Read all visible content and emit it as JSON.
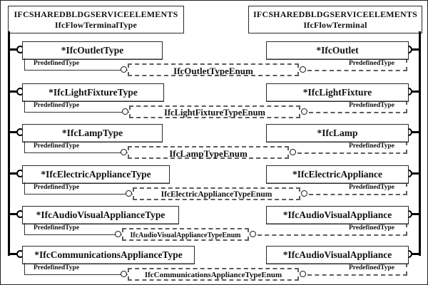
{
  "diagram": {
    "left_header": {
      "line1": "IFCSHAREDBLDGSERVICEELEMENTS",
      "line2": "IfcFlowTerminalType"
    },
    "right_header": {
      "line1": "IFCSHAREDBLDGSERVICEELEMENTS",
      "line2": "IfcFlowTerminal"
    },
    "attribute_label": "PredefinedType",
    "colors": {
      "line": "#000000",
      "dashed_line": "#5d5d5d",
      "background": "#ffffff"
    },
    "rows": [
      {
        "left": "*IfcOutletType",
        "enum": "IfcOutletTypeEnum",
        "right": "*IfcOutlet"
      },
      {
        "left": "*IfcLightFixtureType",
        "enum": "IfcLightFixtureTypeEnum",
        "right": "*IfcLightFixture"
      },
      {
        "left": "*IfcLampType",
        "enum": "IfcLampTypeEnum",
        "right": "*IfcLamp"
      },
      {
        "left": "*IfcElectricApplianceType",
        "enum": "IfcElectricApplianceTypeEnum",
        "right": "*IfcElectricAppliance"
      },
      {
        "left": "*IfcAudioVisualApplianceType",
        "enum": "IfcAudioVisualApplianceTypeEnum",
        "right": "*IfcAudioVisualAppliance"
      },
      {
        "left": "*IfcCommunicationsApplianceType",
        "enum": "IfcCommunicationsApplianceTypeEnum",
        "right": "*IfcAudioVisualAppliance"
      }
    ]
  }
}
